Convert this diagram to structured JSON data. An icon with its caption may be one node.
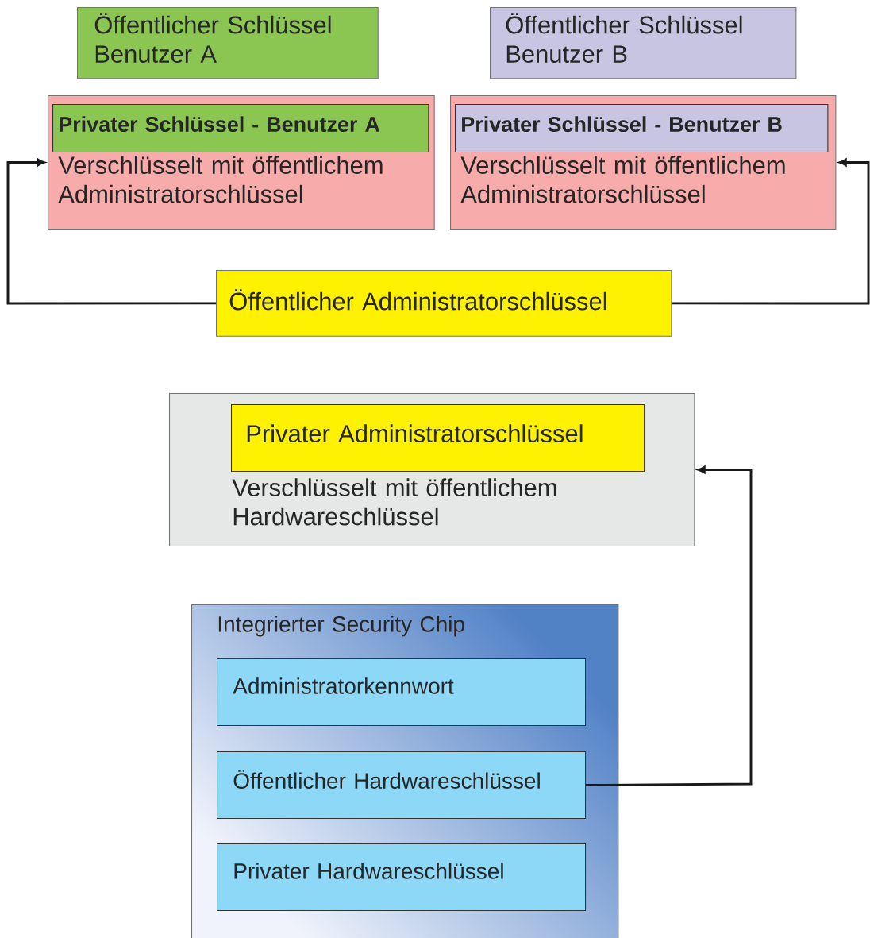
{
  "diagram": {
    "nodes": [
      {
        "text": [
          "Öffentlicher Schlüssel Benutzer A"
        ]
      },
      {
        "text": [
          "Öffentlicher Schlüssel Benutzer B"
        ]
      },
      {
        "text": [
          "Verschlüsselt mit öffentlichem Administratorschlüssel"
        ]
      },
      {
        "text": [
          "Privater Schlüssel - Benutzer A"
        ],
        "in": 2
      },
      {
        "text": [
          "Verschlüsselt mit öffentlichem Administratorschlüssel"
        ]
      },
      {
        "text": [
          "Privater Schlüssel - Benutzer B"
        ],
        "in": 4
      },
      {
        "text": [
          "Öffentlicher Administratorschlüssel"
        ]
      },
      {
        "text": [
          "Verschlüsselt mit öffentlichem Hardwareschlüssel"
        ]
      },
      {
        "text": [
          "Privater Administratorschlüssel"
        ],
        "in": 7
      },
      {
        "text": [
          "Integrierter Security Chip"
        ]
      },
      {
        "text": [
          "Administratorkennwort"
        ],
        "in": 9
      },
      {
        "text": [
          "Öffentlicher Hardwareschlüssel"
        ],
        "in": 9
      },
      {
        "text": [
          "Privater Hardwareschlüssel"
        ],
        "in": 9
      }
    ],
    "edges": [
      {
        "from": 6,
        "to": 2,
        "arrow": "to"
      },
      {
        "from": 6,
        "to": 4,
        "arrow": "to"
      },
      {
        "from": 11,
        "to": 7,
        "arrow": "to"
      }
    ]
  }
}
